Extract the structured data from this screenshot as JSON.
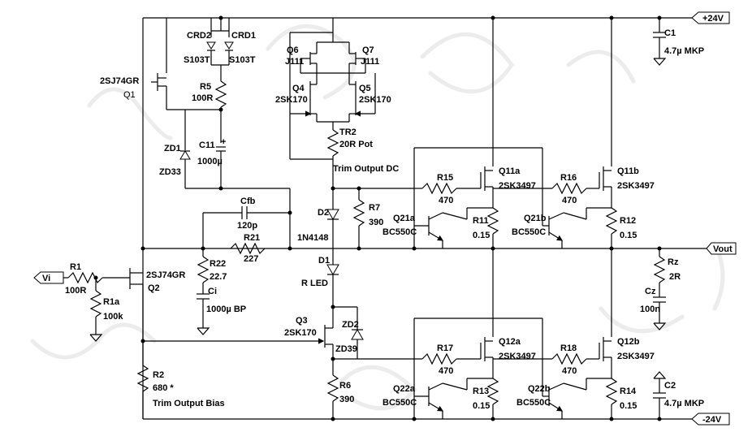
{
  "rails": {
    "pos": "+24V",
    "neg": "-24V",
    "out": "Vout",
    "in": "Vi"
  },
  "labels": {
    "crd2": "CRD2",
    "crd1": "CRD1",
    "s103t_a": "S103T",
    "s103t_b": "S103T",
    "q6": "Q6",
    "j111_a": "J111",
    "q7": "Q7",
    "j111_b": "J111",
    "q4": "Q4",
    "sk170_a": "2SK170",
    "q5": "Q5",
    "sk170_b": "2SK170",
    "tr2": "TR2",
    "tr2v": "20R Pot",
    "trim_dc": "Trim Output DC",
    "q1p": "2SJ74GR",
    "q1": "Q1",
    "r5": "R5",
    "r5v": "100R",
    "zd1": "ZD1",
    "zd1v": "ZD33",
    "c11": "C11",
    "c11v": "1000µ",
    "plus": "+",
    "c1": "C1",
    "c1v": "4.7µ MKP",
    "q11a": "Q11a",
    "q11av": "2SK3497",
    "q11b": "Q11b",
    "q11bv": "2SK3497",
    "r15": "R15",
    "r15v": "470",
    "r16": "R16",
    "r16v": "470",
    "cfb": "Cfb",
    "cfbv": "120p",
    "d2": "D2",
    "d2v": "1N4148",
    "r7": "R7",
    "r7v": "390",
    "q21a": "Q21a",
    "q21av": "BC550C",
    "r11": "R11",
    "r11v": "0.15",
    "q21b": "Q21b",
    "q21bv": "BC550C",
    "r12": "R12",
    "r12v": "0.15",
    "r21": "R21",
    "r21v": "227",
    "r22": "R22",
    "r22v": "22.7",
    "r1": "R1",
    "r1v": "100R",
    "q2p": "2SJ74GR",
    "q2": "Q2",
    "r1a": "R1a",
    "r1av": "100k",
    "d1": "D1",
    "d1v": "R LED",
    "ci": "Ci",
    "civ": "1000µ BP",
    "rz": "Rz",
    "rzv": "2R",
    "cz": "Cz",
    "czv": "100n",
    "q3": "Q3",
    "q3v": "2SK170",
    "zd2": "ZD2",
    "zd2v": "ZD39",
    "q12a": "Q12a",
    "q12av": "2SK3497",
    "q12b": "Q12b",
    "q12bv": "2SK3497",
    "r17": "R17",
    "r17v": "470",
    "r18": "R18",
    "r18v": "470",
    "r2": "R2",
    "r2v": "680 *",
    "trim_bias": "Trim Output Bias",
    "r6": "R6",
    "r6v": "390",
    "q22a": "Q22a",
    "q22av": "BC550C",
    "r13": "R13",
    "r13v": "0.15",
    "q22b": "Q22b",
    "q22bv": "BC550C",
    "r14": "R14",
    "r14v": "0.15",
    "c2": "C2",
    "c2v": "4.7µ MKP"
  }
}
